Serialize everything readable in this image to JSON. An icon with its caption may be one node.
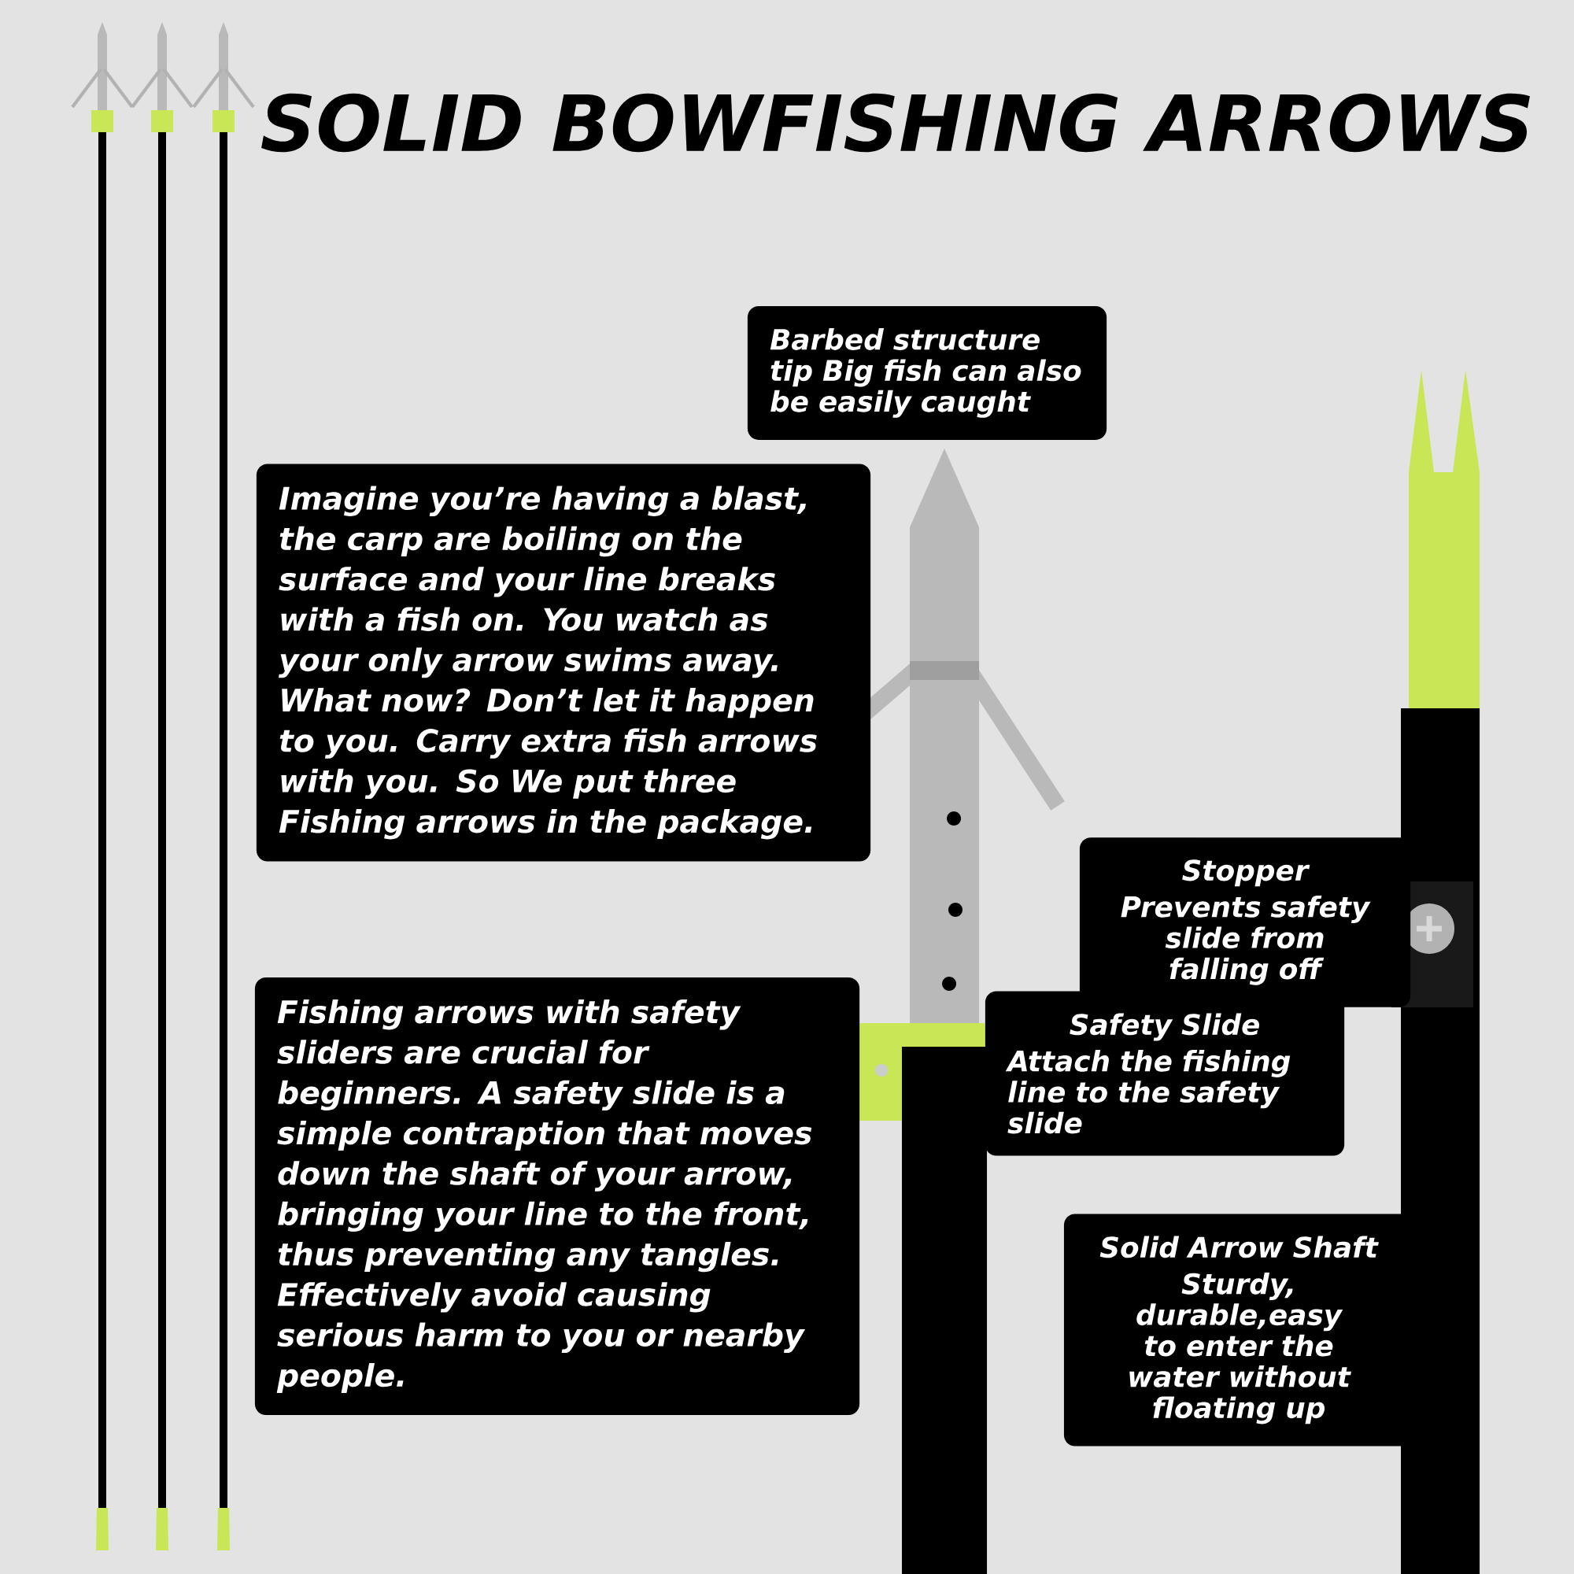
{
  "diagram": {
    "title": "SOLID BOWFISHING ARROWS",
    "nodes": [
      {
        "text": [
          "Barbed structure tip Big fish can also be easily caught"
        ]
      },
      {
        "text": [
          "Imagine you’re having a blast, the carp are boiling on the surface and your line breaks with a fish on. You watch as your only arrow swims away. What now? Don’t let it happen to you. Carry extra fish arrows with you. So We put three Fishing arrows in the package."
        ]
      },
      {
        "text": [
          "Stopper",
          "Prevents safety slide from falling off"
        ]
      },
      {
        "text": [
          "Safety Slide",
          "Attach the fishing line to the safety slide"
        ]
      },
      {
        "text": [
          "Fishing arrows with safety sliders are crucial for beginners. A safety slide is a simple contraption that moves down the shaft of your arrow, bringing your line to the front, thus preventing any tangles. Effectively avoid causing serious harm to you or nearby people."
        ]
      },
      {
        "text": [
          "Solid Arrow Shaft",
          "Sturdy, durable,easy to enter the water without floating up"
        ]
      }
    ]
  }
}
